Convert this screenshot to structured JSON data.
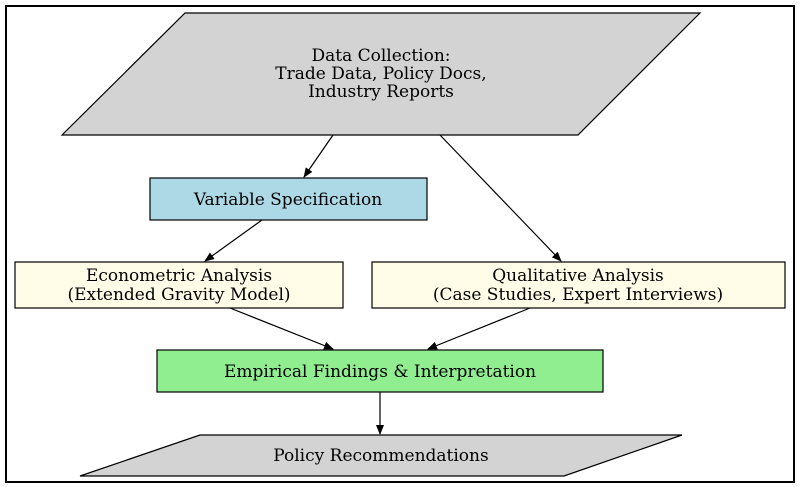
{
  "colors": {
    "io_fill": "#d3d3d3",
    "spec_fill": "#add8e6",
    "analysis_fill": "#fffde7",
    "findings_fill": "#90ee90",
    "stroke": "#000000"
  },
  "nodes": {
    "data_collection": {
      "line1": "Data Collection:",
      "line2": "Trade Data, Policy Docs,",
      "line3": "Industry Reports"
    },
    "variable_spec": {
      "label": "Variable Specification"
    },
    "econometric": {
      "line1": "Econometric Analysis",
      "line2": "(Extended Gravity Model)"
    },
    "qualitative": {
      "line1": "Qualitative Analysis",
      "line2": "(Case Studies, Expert Interviews)"
    },
    "findings": {
      "label": "Empirical Findings & Interpretation"
    },
    "policy": {
      "label": "Policy Recommendations"
    }
  }
}
